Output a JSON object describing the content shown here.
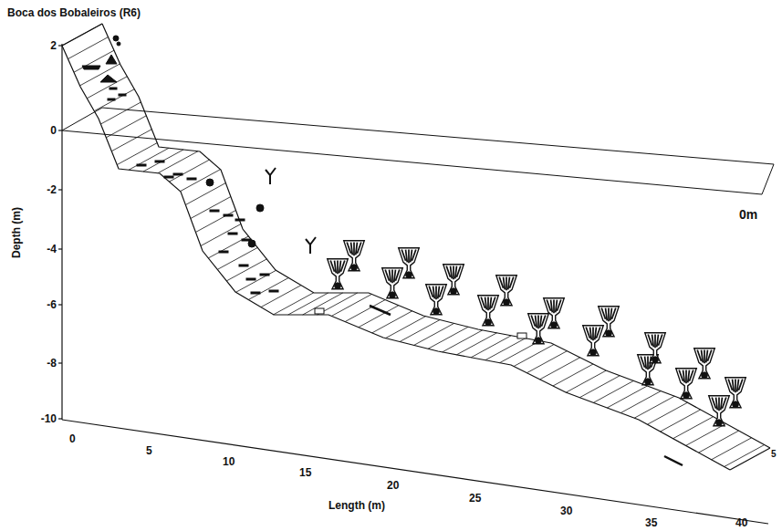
{
  "diagram": {
    "title": "Boca dos Bobaleiros (R6)",
    "labels": [
      "Depth (m)",
      "2",
      "0",
      "-2",
      "-4",
      "-6",
      "-8",
      "-10",
      "Length (m)",
      "0",
      "5",
      "10",
      "15",
      "20",
      "25",
      "30",
      "35",
      "40",
      "0m",
      "5"
    ]
  }
}
